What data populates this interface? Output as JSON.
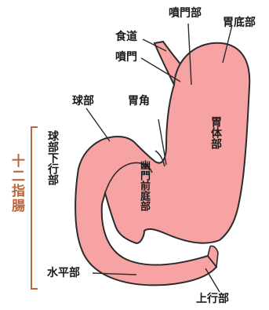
{
  "labels": {
    "shokudo": "食道",
    "funmon": "噴門",
    "funmonbu": "噴門部",
    "ifutei": "胃底部",
    "kyubu": "球部",
    "ikaku": "胃角",
    "itaibu": "胃体部",
    "yumonzen": "幽門前庭部",
    "kyubu_kako": "球部下行部",
    "suiheibu": "水平部",
    "jokobu": "上行部",
    "juunishichou": "十二指腸"
  },
  "colors": {
    "organ_fill": "#f7a3a3",
    "organ_stroke": "#2b2b2b",
    "bracket": "#b9673a"
  }
}
